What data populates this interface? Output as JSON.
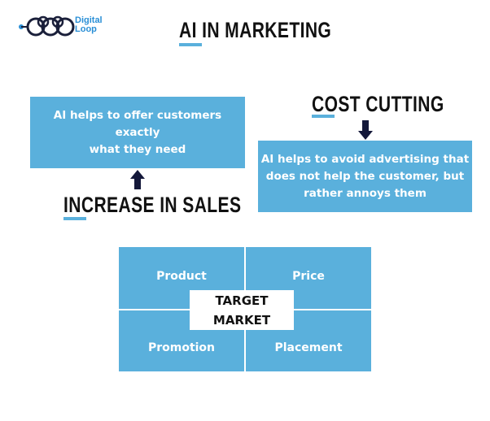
{
  "brand": {
    "name_line1": "Digital",
    "name_line2": "Loop",
    "color": "#2a8fd6"
  },
  "title": "AI IN MARKETING",
  "increase_in_sales": {
    "heading": "INCREASE IN SALES",
    "box_lines": [
      "AI helps to offer customers",
      "exactly",
      "what they need"
    ]
  },
  "cost_cutting": {
    "heading": "COST CUTTING",
    "box_lines": [
      "AI helps to avoid advertising that",
      "does not help the customer, but",
      "rather annoys them"
    ]
  },
  "marketing_mix": {
    "quadrants": [
      "Product",
      "Price",
      "Promotion",
      "Placement"
    ],
    "center_lines": [
      "TARGET",
      "MARKET"
    ]
  },
  "colors": {
    "accent": "#5ab0dc",
    "arrow": "#14183a",
    "text_dark": "#111111"
  }
}
